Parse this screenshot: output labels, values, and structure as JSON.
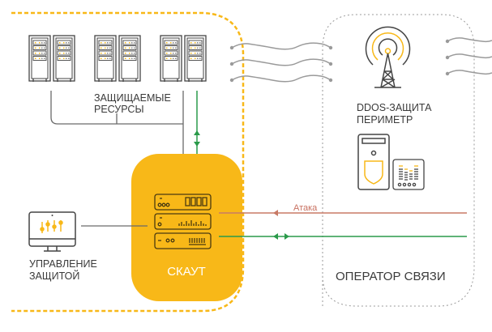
{
  "colors": {
    "accent": "#f8b818",
    "icon_stroke": "#444444",
    "wire": "#9a9a9a",
    "connector": "#6a6a6a",
    "attack": "#c87a66",
    "legit": "#2a9a4a",
    "boundary_operator": "#9a9a9a"
  },
  "zones": {
    "protected": {
      "name": "protected-perimeter",
      "style": "dashed-yellow"
    },
    "operator": {
      "name": "operator-zone",
      "label": "ОПЕРАТОР СВЯЗИ",
      "style": "dotted-gray"
    }
  },
  "nodes": {
    "resources": {
      "label_line1": "ЗАЩИЩАЕМЫЕ",
      "label_line2": "РЕСУРСЫ",
      "icon": "server-rack-icon",
      "count": 6
    },
    "management": {
      "label_line1": "УПРАВЛЕНИЕ",
      "label_line2": "ЗАЩИТОЙ",
      "icon": "monitor-sliders-icon"
    },
    "scout": {
      "label": "СКАУТ",
      "icon": "network-appliance-icon"
    },
    "ddos": {
      "label_line1": "DDOS-ЗАЩИТА",
      "label_line2": "ПЕРИМЕТР",
      "icons": [
        "antenna-tower-icon",
        "server-shield-icon",
        "equalizer-device-icon"
      ]
    }
  },
  "flows": {
    "attack": {
      "label": "Атака",
      "direction": "inbound"
    },
    "legit": {
      "label": "",
      "direction": "bidirectional"
    }
  }
}
